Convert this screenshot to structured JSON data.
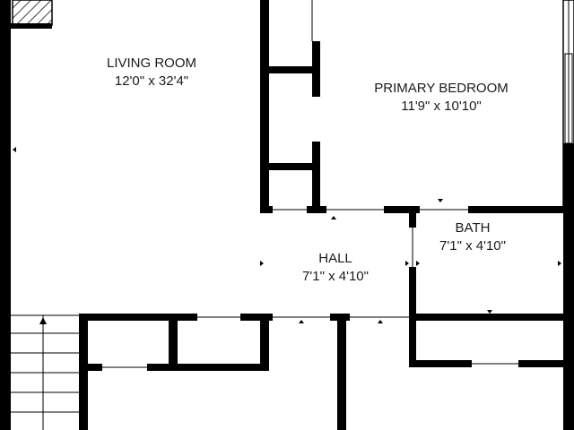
{
  "plan": {
    "wall_color": "#000000",
    "background": "#ffffff",
    "rooms": {
      "living_room": {
        "name": "LIVING ROOM",
        "dims": "12'0\" x 32'4\""
      },
      "primary_bedroom": {
        "name": "PRIMARY BEDROOM",
        "dims": "11'9\" x 10'10\""
      },
      "bath": {
        "name": "BATH",
        "dims": "7'1\" x 4'10\""
      },
      "hall": {
        "name": "HALL",
        "dims": "7'1\" x 4'10\""
      }
    }
  }
}
